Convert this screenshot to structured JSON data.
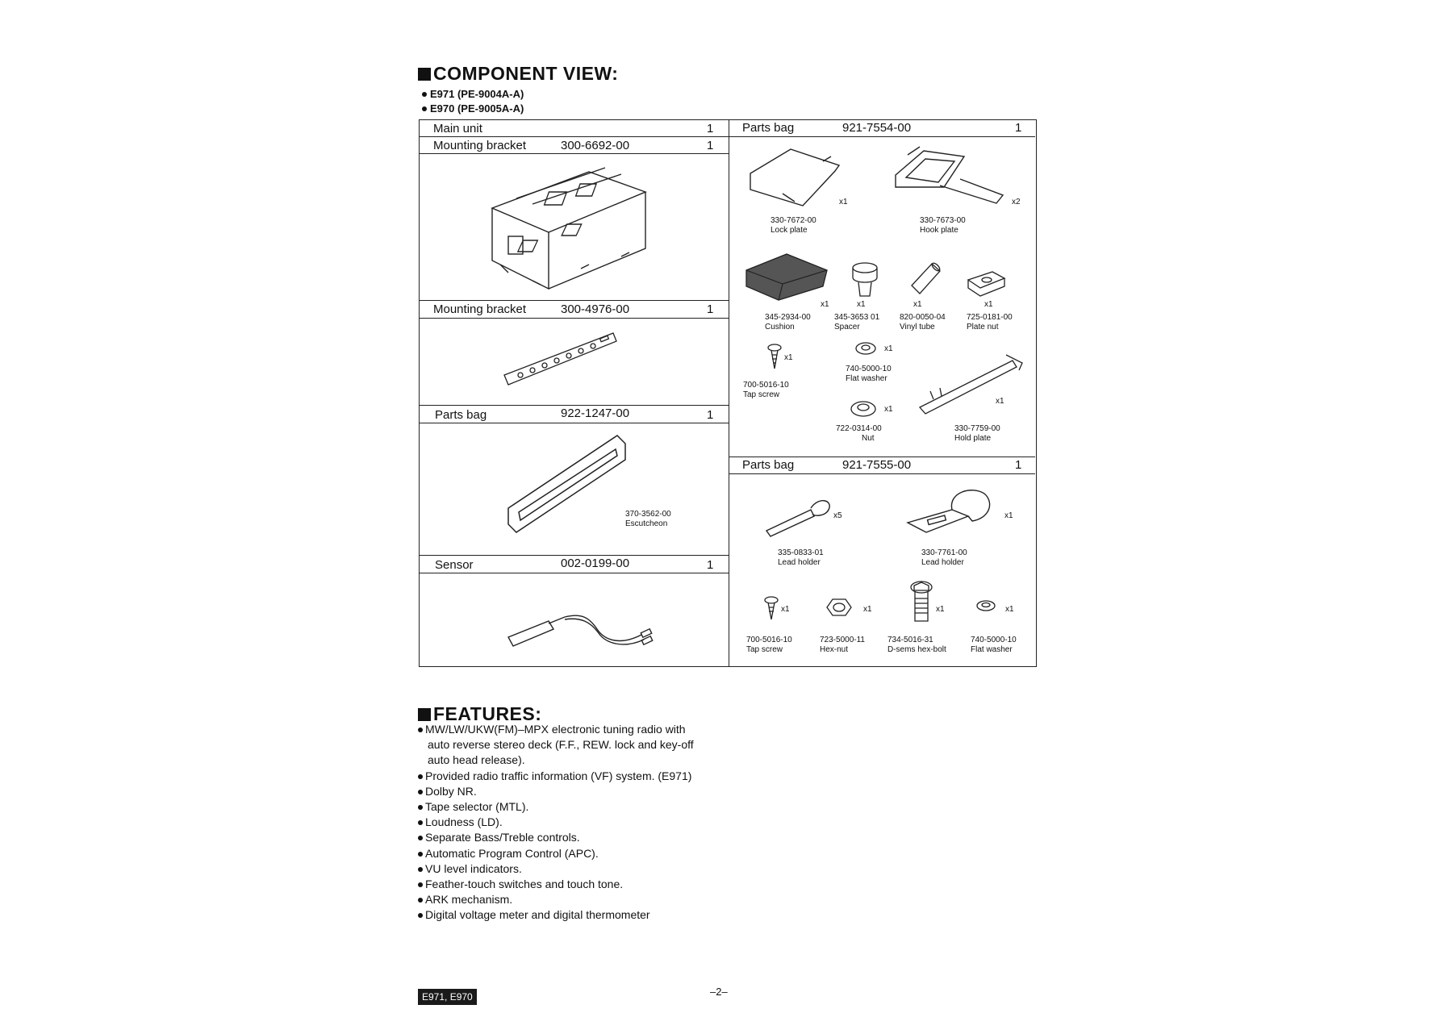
{
  "component_view": {
    "title": "COMPONENT VIEW:",
    "models": [
      "E971 (PE-9004A-A)",
      "E970 (PE-9005A-A)"
    ],
    "left_table": [
      {
        "name": "Main unit",
        "part_no": "",
        "qty": "1"
      },
      {
        "name": "Mounting bracket",
        "part_no": "300-6692-00",
        "qty": "1"
      },
      {
        "name": "Mounting bracket",
        "part_no": "300-4976-00",
        "qty": "1"
      },
      {
        "name": "Parts bag",
        "part_no": "922-1247-00",
        "qty": "1"
      },
      {
        "name": "Sensor",
        "part_no": "002-0199-00",
        "qty": "1"
      }
    ],
    "escutcheon": {
      "part_no": "370-3562-00",
      "name": "Escutcheon"
    },
    "parts_bag_1": {
      "name": "Parts bag",
      "part_no": "921-7554-00",
      "qty": "1",
      "items": [
        {
          "part_no": "330-7672-00",
          "name": "Lock plate",
          "qty": "x1"
        },
        {
          "part_no": "330-7673-00",
          "name": "Hook plate",
          "qty": "x2"
        },
        {
          "part_no": "345-2934-00",
          "name": "Cushion",
          "qty": "x1"
        },
        {
          "part_no": "345-3653 01",
          "name": "Spacer",
          "qty": "x1"
        },
        {
          "part_no": "820-0050-04",
          "name": "Vinyl tube",
          "qty": "x1"
        },
        {
          "part_no": "725-0181-00",
          "name": "Plate nut",
          "qty": "x1"
        },
        {
          "part_no": "700-5016-10",
          "name": "Tap screw",
          "qty": "x1"
        },
        {
          "part_no": "740-5000-10",
          "name": "Flat washer",
          "qty": "x1"
        },
        {
          "part_no": "722-0314-00",
          "name": "Nut",
          "qty": "x1"
        },
        {
          "part_no": "330-7759-00",
          "name": "Hold plate",
          "qty": "x1"
        }
      ]
    },
    "parts_bag_2": {
      "name": "Parts bag",
      "part_no": "921-7555-00",
      "qty": "1",
      "items": [
        {
          "part_no": "335-0833-01",
          "name": "Lead holder",
          "qty": "x5"
        },
        {
          "part_no": "330-7761-00",
          "name": "Lead holder",
          "qty": "x1"
        },
        {
          "part_no": "700-5016-10",
          "name": "Tap screw",
          "qty": "x1"
        },
        {
          "part_no": "723-5000-11",
          "name": "Hex-nut",
          "qty": "x1"
        },
        {
          "part_no": "734-5016-31",
          "name": "D-sems hex-bolt",
          "qty": "x1"
        },
        {
          "part_no": "740-5000-10",
          "name": "Flat washer",
          "qty": "x1"
        }
      ]
    }
  },
  "features": {
    "title": "FEATURES:",
    "items": [
      "MW/LW/UKW(FM)–MPX electronic tuning radio with auto reverse stereo deck (F.F., REW. lock and key-off auto head release).",
      "Provided radio traffic information (VF) system. (E971)",
      "Dolby NR.",
      "Tape selector (MTL).",
      "Loudness (LD).",
      "Separate Bass/Treble controls.",
      "Automatic Program Control (APC).",
      "VU level indicators.",
      "Feather-touch switches and touch tone.",
      "ARK mechanism.",
      "Digital voltage meter and digital thermometer"
    ]
  },
  "footer": {
    "badge": "E971, E970",
    "page": "–2–"
  }
}
